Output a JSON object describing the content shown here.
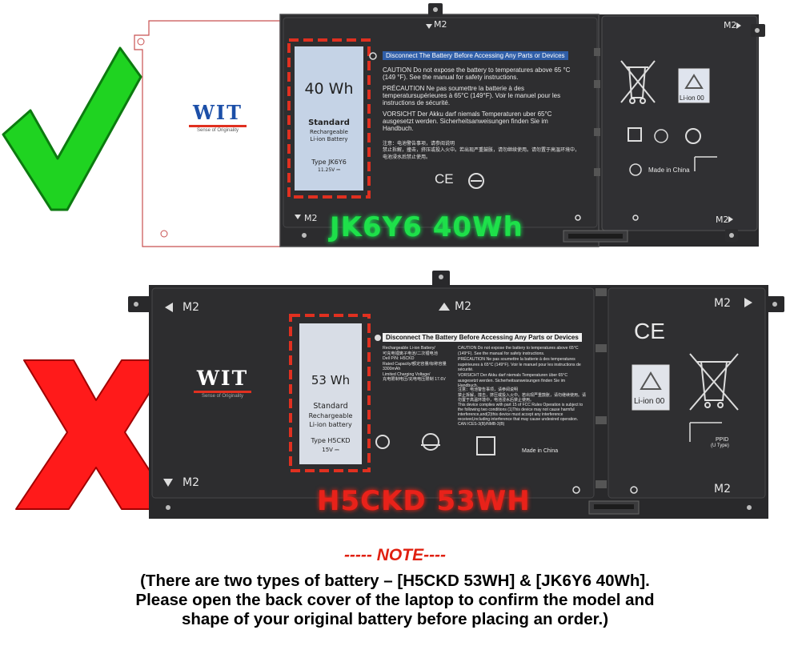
{
  "top_battery": {
    "sticker_capacity": "40 Wh",
    "sticker_standard": "Standard",
    "sticker_rechargeable": "Rechargeable",
    "sticker_chem": "Li-ion Battery",
    "sticker_type": "Type JK6Y6",
    "sticker_voltage": "11.25V ⎓",
    "warning_header": "Disconnect The Battery Before Accessing Any Parts or Devices",
    "caution": "CAUTION  Do not expose the battery to temperatures above 65 °C (149 °F). See the manual for safety instructions.",
    "precaution": "PRÉCAUTION Ne pas soumettre la batterie à des temperatursupérieures à 65°C (149°F). Voir le manuel pour les instructions de sécurité.",
    "vorsicht": "VORSICHT Der Akku darf niemals Temperaturen uber 65°C ausgesetzt werden. Sicherheitsanweisungen finden Sie im Handbuch.",
    "chinese_1": "注意：电池警告事项，请参阅说明",
    "chinese_2": "禁止拆解，撞击，挤压或投入火中。若出现严重鼓胀，请勿继续使用。请勿置于高温环境中，",
    "chinese_3": "电池浸水后禁止使用。",
    "ce_mark": "CE",
    "li_ion": "Li-ion 00",
    "made_in": "Made in China",
    "m2_top": "M2",
    "m2_top_right": "M2",
    "m2_bottom_left": "M2",
    "m2_bottom_right": "M2",
    "label": "JK6Y6 40Wh"
  },
  "bottom_battery": {
    "sticker_capacity": "53 Wh",
    "sticker_standard": "Standard",
    "sticker_rechargeable": "Rechargeable",
    "sticker_chem": "Li-ion battery",
    "sticker_type": "Type H5CKD",
    "sticker_voltage": "15V ⎓",
    "warning_header": "Disconnect The Battery Before Accessing Any Parts or Devices",
    "rechargeable_info": "Rechargeable Li-ion Battery/\n可充电锂离子电池/二次锂电池\nDell P/N: H5CKD\nRated Capacity/额定容量/标称容量 3300mAh\nLimited Charging Voltage/\n充电限制电压/充电电压限制 17.6V",
    "caution": "CAUTION Do not expose the battery to temperatures above 65°C (149°F). See the manual for safety instructions.",
    "precaution": "PRÉCAUTION Ne pas soumettre la batterie à des temperatures supérieures à 65°C (149°F). Voir le manuel pour les instructions de sécurité.",
    "vorsicht": "VORSICHT Der Akku darf niemals Temperaturen über 65°C ausgesetzt werden. Sicherheitsanweisungen finden Sie im Handbuch.",
    "chinese_1": "注意：电池警告事项，请参阅说明",
    "chinese_2": "禁止拆解，撞击，挤压或投入火中。若出现严重鼓胀，请勿继续使用。请勿置于高温环境中，电池浸水后禁止使用。",
    "fcc": "This device complies with part 15 of FCC Rules Operation is subject to the following two conditions (1)This device may not cause harmful interference,and(2)this device must accept any interference received,including interference that may cause undesired operation. CAN ICES-3(B)/NMB-3(B)",
    "ce_mark": "CE",
    "li_ion": "Li-ion 00",
    "made_in": "Made in China",
    "ppid": "PPID",
    "ppid_sub": "(U Type)",
    "m2_top_left": "M2",
    "m2_top_mid": "M2",
    "m2_top_right": "M2",
    "m2_bottom_left": "M2",
    "m2_bottom_right": "M2",
    "label": "H5CKD 53WH"
  },
  "logo_top": {
    "text": "WIT",
    "tagline": "Sense of Originality"
  },
  "logo_bottom": {
    "text": "WIT",
    "tagline": "Sense of Originality"
  },
  "note": {
    "title": "----- NOTE----",
    "line1": "(There are two types of battery – [H5CKD 53WH] &  [JK6Y6 40Wh].",
    "line2": "Please open the back cover of the laptop to confirm the model and",
    "line3": "shape of your original battery before placing an order.)"
  },
  "colors": {
    "check": "#1fd321",
    "cross": "#ff1a1a",
    "battery_body": "#2a2a2c",
    "sticker": "#c5d3e6",
    "dashed_outline": "#e03020"
  }
}
